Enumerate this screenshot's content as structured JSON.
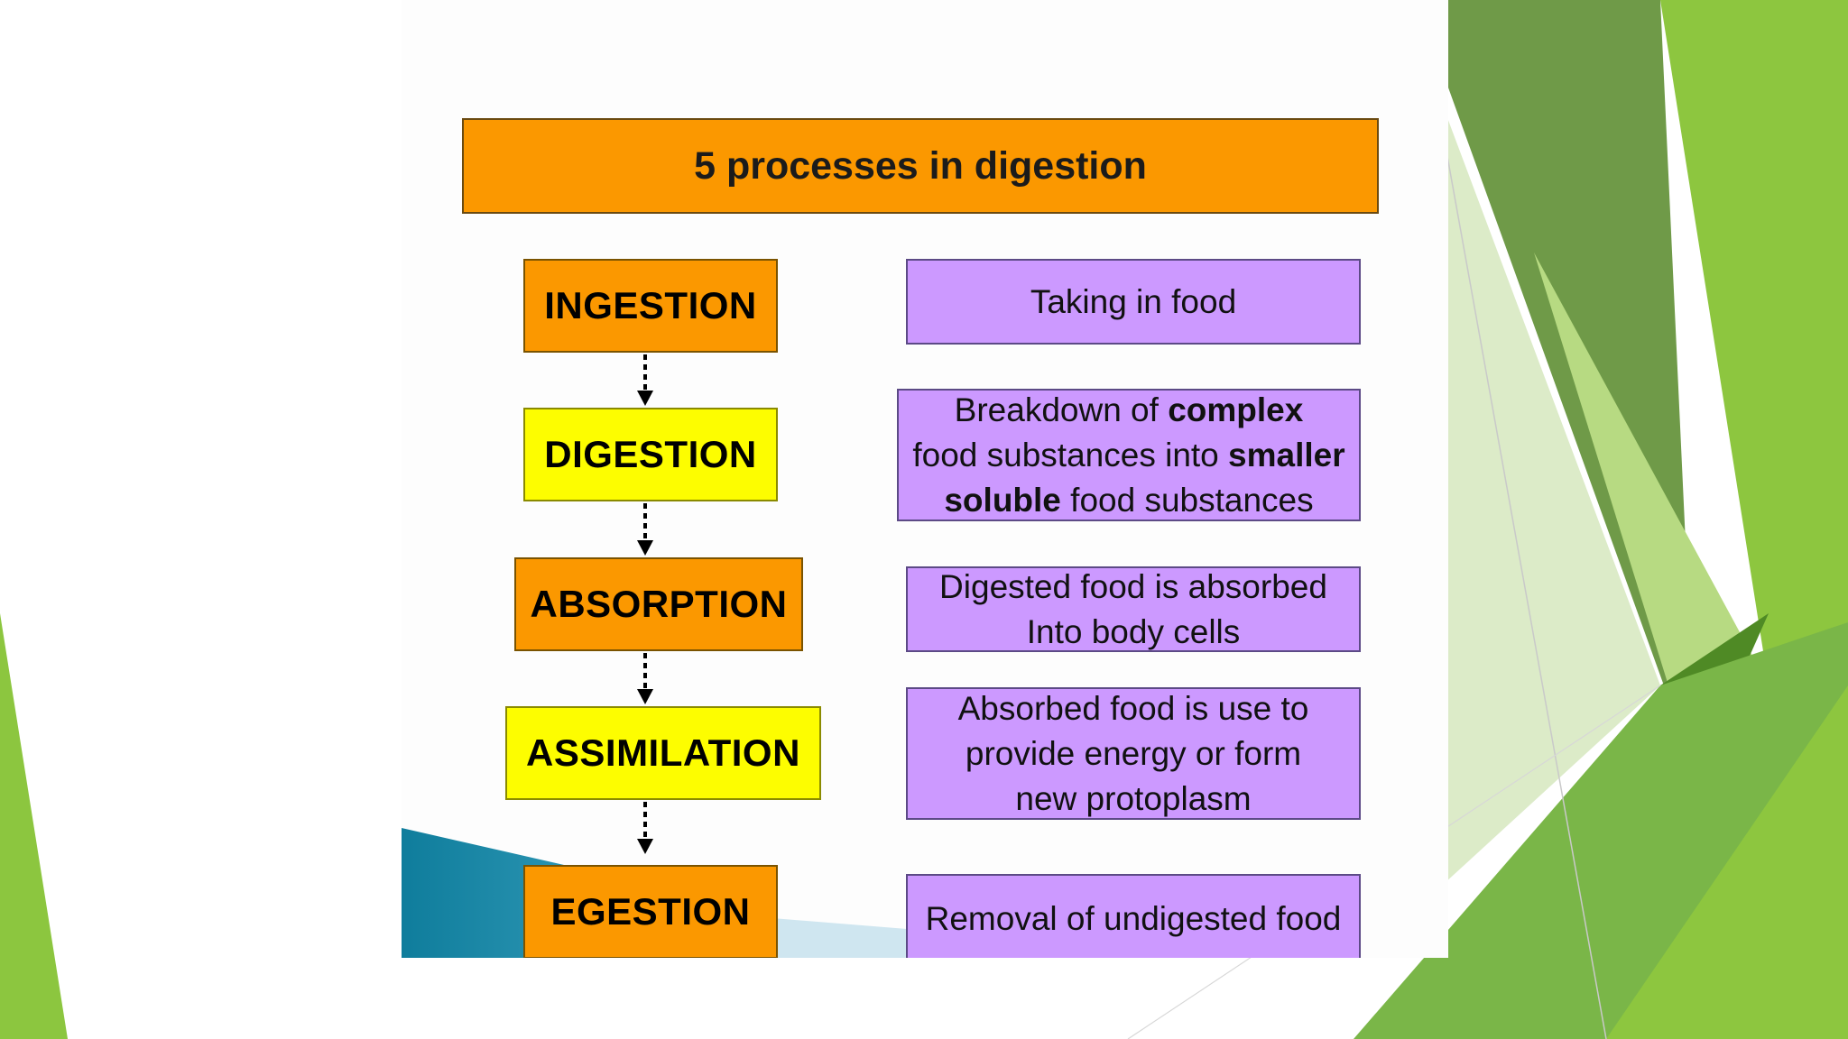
{
  "diagram": {
    "title": "5 processes in digestion",
    "processes": [
      {
        "label": "INGESTION",
        "fill": "#fb9800"
      },
      {
        "label": "DIGESTION",
        "fill": "#fdfd00"
      },
      {
        "label": "ABSORPTION",
        "fill": "#fb9800"
      },
      {
        "label": "ASSIMILATION",
        "fill": "#fdfd00"
      },
      {
        "label": "EGESTION",
        "fill": "#fb9800"
      }
    ],
    "descriptions": [
      {
        "lines": [
          [
            {
              "t": "Taking in food",
              "b": false
            }
          ]
        ]
      },
      {
        "lines": [
          [
            {
              "t": "Breakdown of ",
              "b": false
            },
            {
              "t": "complex",
              "b": true
            }
          ],
          [
            {
              "t": "food substances into ",
              "b": false
            },
            {
              "t": "smaller",
              "b": true
            }
          ],
          [
            {
              "t": "soluble",
              "b": true
            },
            {
              "t": " food substances",
              "b": false
            }
          ]
        ]
      },
      {
        "lines": [
          [
            {
              "t": "Digested food is absorbed",
              "b": false
            }
          ],
          [
            {
              "t": "Into body cells",
              "b": false
            }
          ]
        ]
      },
      {
        "lines": [
          [
            {
              "t": "Absorbed food is use to",
              "b": false
            }
          ],
          [
            {
              "t": "provide energy or form",
              "b": false
            }
          ],
          [
            {
              "t": "new protoplasm",
              "b": false
            }
          ]
        ]
      },
      {
        "lines": [
          [
            {
              "t": "Removal of undigested food",
              "b": false
            }
          ]
        ]
      }
    ]
  },
  "colors": {
    "title_fill": "#fb9800",
    "orange_box": "#fb9800",
    "yellow_box": "#fdfd00",
    "description_fill": "#cc99ff",
    "accent_green": "#7ab648"
  }
}
